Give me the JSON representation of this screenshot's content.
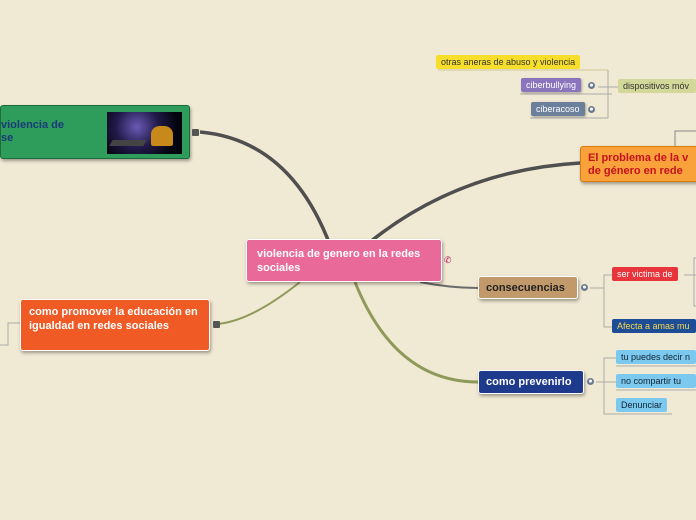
{
  "center": {
    "label": "violencia de genero en la redes sociales"
  },
  "topic_left_top": {
    "label": "violencia de\nse"
  },
  "topic_left_bottom": {
    "label": "como promover la educación en igualdad en redes sociales"
  },
  "topic_problem": {
    "label": "El problema de la v\nde género en rede"
  },
  "topic_consecuencias": {
    "label": "consecuencias"
  },
  "topic_prevenirlo": {
    "label": "como prevenirlo"
  },
  "sub_otras": {
    "label": "otras aneras de abuso y violencia"
  },
  "sub_ciberbullying": {
    "label": "ciberbullying"
  },
  "sub_ciberacoso": {
    "label": "ciberacoso"
  },
  "sub_dispositivos": {
    "label": "dispositivos móv"
  },
  "sub_victima": {
    "label": "ser victima de"
  },
  "sub_afecta": {
    "label": "Afecta a amas mu"
  },
  "sub_puedes": {
    "label": "tu puedes decir n"
  },
  "sub_compartir": {
    "label": "no compartir tu"
  },
  "sub_denunciar": {
    "label": "Denunciar"
  },
  "icons": {
    "center": "link-icon",
    "globe": "globe-icon",
    "note": "note-icon"
  }
}
